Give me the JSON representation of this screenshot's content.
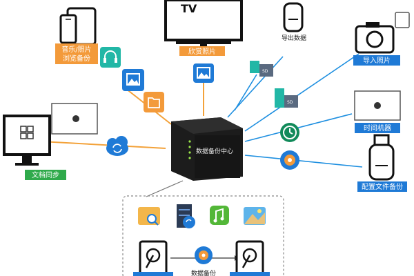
{
  "labels": {
    "music_photo": "音乐/照片",
    "browse_backup": "浏览备份",
    "tv_photos": "欣赏照片",
    "export_data": "导出数据",
    "import_photos": "导入照片",
    "time_machine": "时间机器",
    "doc_sync": "文档同步",
    "config_backup": "配置文件备份",
    "nas_label": "数据备份中心",
    "data_backup": "数据备份",
    "tv_logo": "TV",
    "sd_a": "SD",
    "sd_b": "SD"
  },
  "colors": {
    "orange": "#f39a3a",
    "blue": "#1f7ad6",
    "green": "#2faa4b",
    "line_orange": "#f3a23a",
    "line_blue": "#1e8fe0",
    "teal": "#22b7a6",
    "nas_black": "#1c1c1c"
  }
}
